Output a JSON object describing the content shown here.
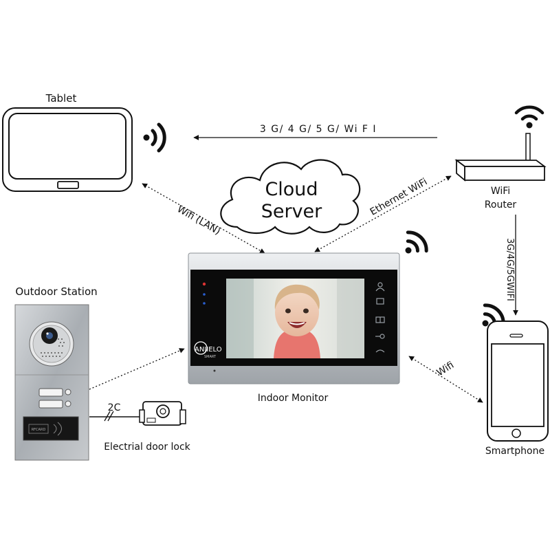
{
  "labels": {
    "tablet": "Tablet",
    "network": "3 G/ 4 G/ 5 G/ Wi F I",
    "cloud_line1": "Cloud",
    "cloud_line2": "Server",
    "router_line1": "WiFi",
    "router_line2": "Router",
    "wifi_lan": "Wifi (LAN)",
    "ethernet_wifi": "Ethernet WiFi",
    "router_to_phone": "3G/4G/5GWIFI",
    "outdoor_station": "Outdoor Station",
    "indoor_monitor": "Indoor Monitor",
    "wire_2c": "2C",
    "door_lock": "Electrial door lock",
    "monitor_to_phone": "Wifi",
    "smartphone": "Smartphone",
    "brand": "ANJIELO",
    "brand_sub": "SMART",
    "card_area": "RFCARD"
  },
  "colors": {
    "line": "#111111",
    "screen": "#0b0b0b",
    "silver": "#c9cdd1",
    "panel": "#b7bbbf"
  }
}
